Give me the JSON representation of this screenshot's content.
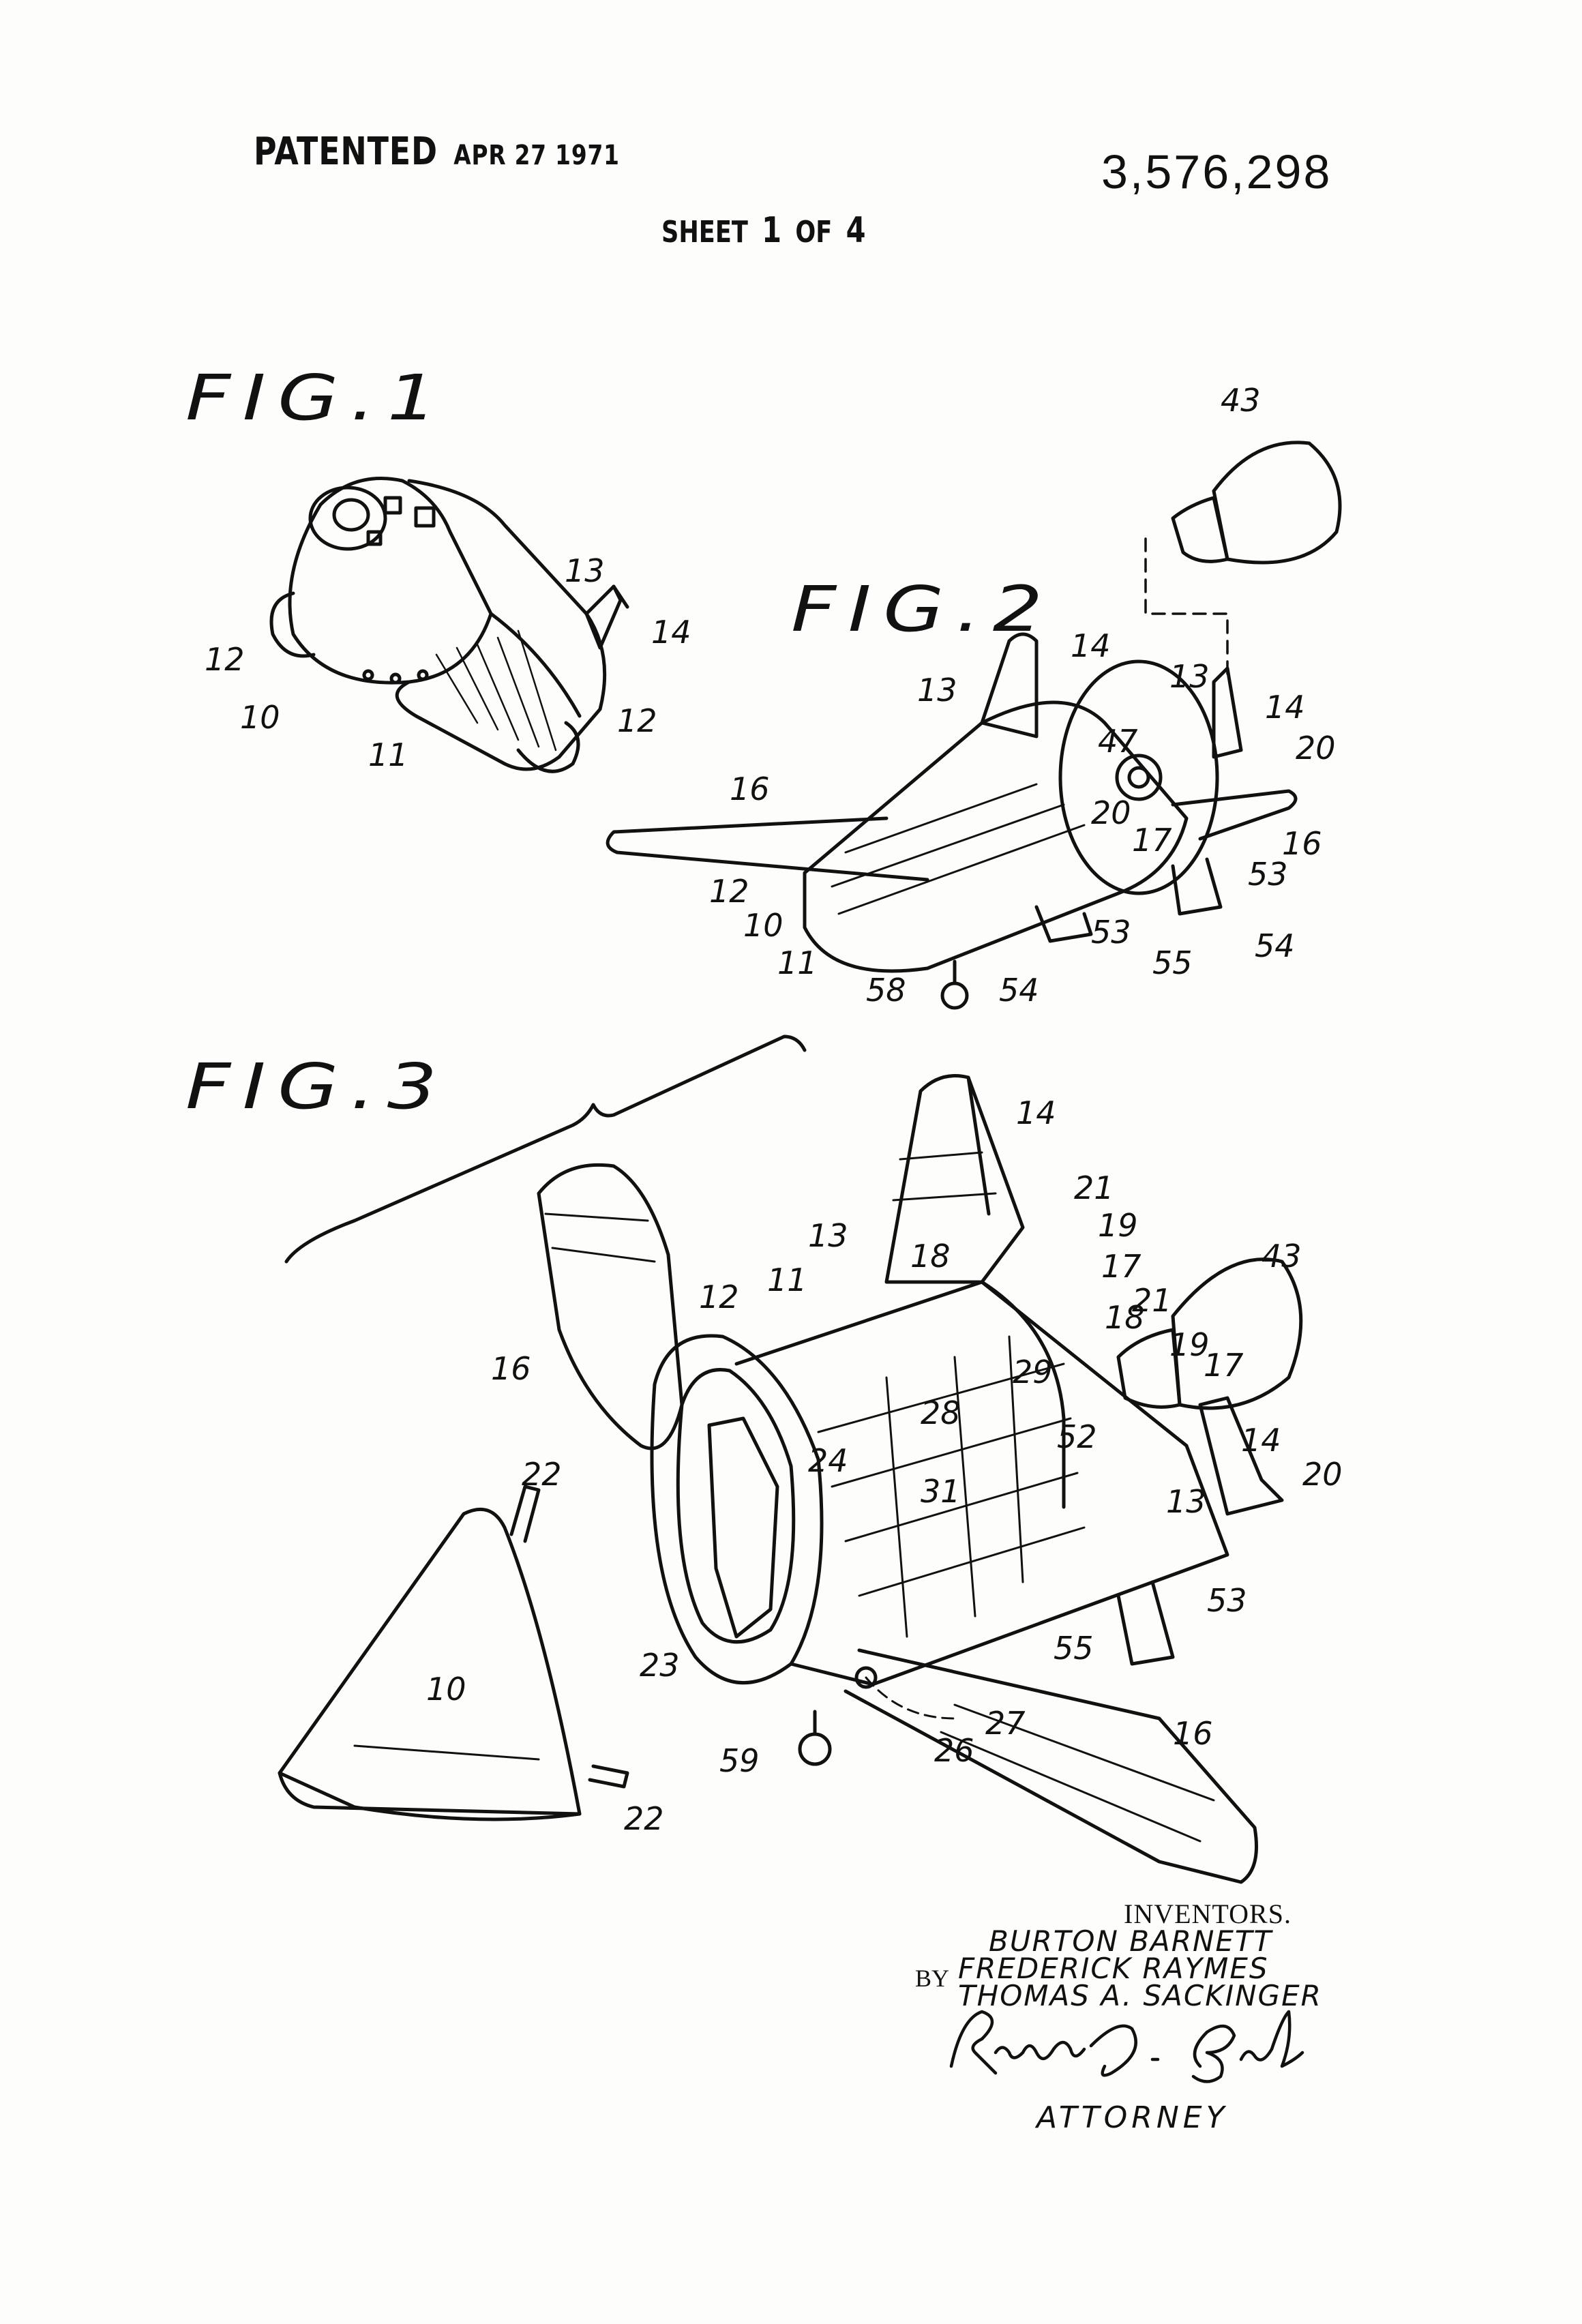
{
  "header": {
    "patented": "PATENTED",
    "date": "APR 27 1971",
    "patent_number": "3,576,298",
    "sheet": {
      "word": "SHEET",
      "current": "1",
      "of": "OF",
      "total": "4"
    }
  },
  "figures": {
    "fig1": {
      "label": "FIG.1",
      "refs": [
        "12",
        "10",
        "11",
        "13",
        "14",
        "12"
      ]
    },
    "fig2": {
      "label": "FIG.2",
      "refs": [
        "43",
        "14",
        "13",
        "13",
        "14",
        "47",
        "20",
        "20",
        "16",
        "16",
        "17",
        "53",
        "12",
        "10",
        "53",
        "11",
        "58",
        "54",
        "55",
        "54"
      ]
    },
    "fig3": {
      "label": "FIG.3",
      "refs": [
        "14",
        "21",
        "19",
        "13",
        "18",
        "17",
        "43",
        "11",
        "12",
        "18",
        "21",
        "19",
        "17",
        "16",
        "29",
        "28",
        "52",
        "24",
        "31",
        "14",
        "20",
        "13",
        "22",
        "53",
        "55",
        "23",
        "10",
        "27",
        "16",
        "26",
        "59",
        "22"
      ]
    }
  },
  "inventors": {
    "title": "INVENTORS.",
    "names": [
      "BURTON BARNETT",
      "FREDERICK RAYMES",
      "THOMAS A. SACKINGER"
    ],
    "by": "BY"
  },
  "attorney": {
    "signature": "Richard D. Seibel",
    "title": "ATTORNEY"
  }
}
